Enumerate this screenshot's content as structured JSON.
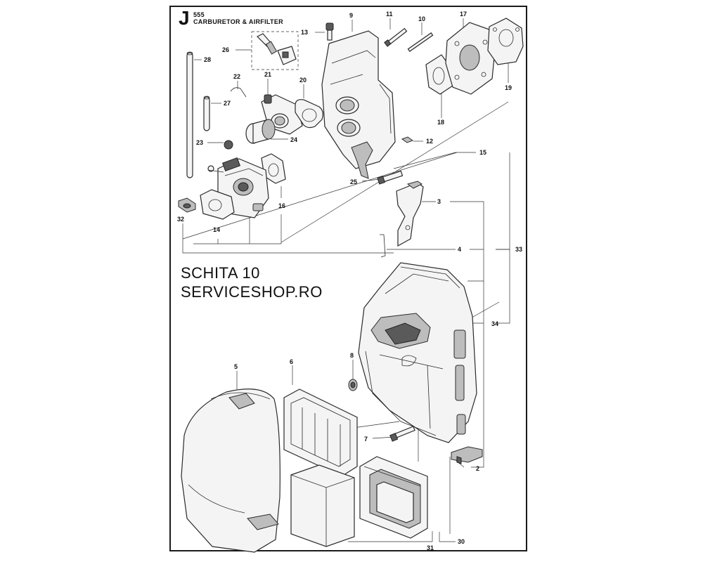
{
  "header": {
    "section_letter": "J",
    "model": "555",
    "title": "CARBURETOR & AIRFILTER"
  },
  "watermark": {
    "line1": "SCHITA 10",
    "line2": "SERVICESHOP.RO"
  },
  "callouts": {
    "c2": "2",
    "c3": "3",
    "c4": "4",
    "c5": "5",
    "c6": "6",
    "c7": "7",
    "c8": "8",
    "c9": "9",
    "c10": "10",
    "c11": "11",
    "c12": "12",
    "c13": "13",
    "c14": "14",
    "c15": "15",
    "c16": "16",
    "c17": "17",
    "c18": "18",
    "c19": "19",
    "c20": "20",
    "c21": "21",
    "c22": "22",
    "c23": "23",
    "c24": "24",
    "c25": "25",
    "c26": "26",
    "c27": "27",
    "c28": "28",
    "c30": "30",
    "c31": "31",
    "c32": "32",
    "c33": "33",
    "c34": "34"
  },
  "colors": {
    "line": "#2a2a2a",
    "part_fill": "#f4f4f4",
    "shade": "#5a5a5a"
  }
}
